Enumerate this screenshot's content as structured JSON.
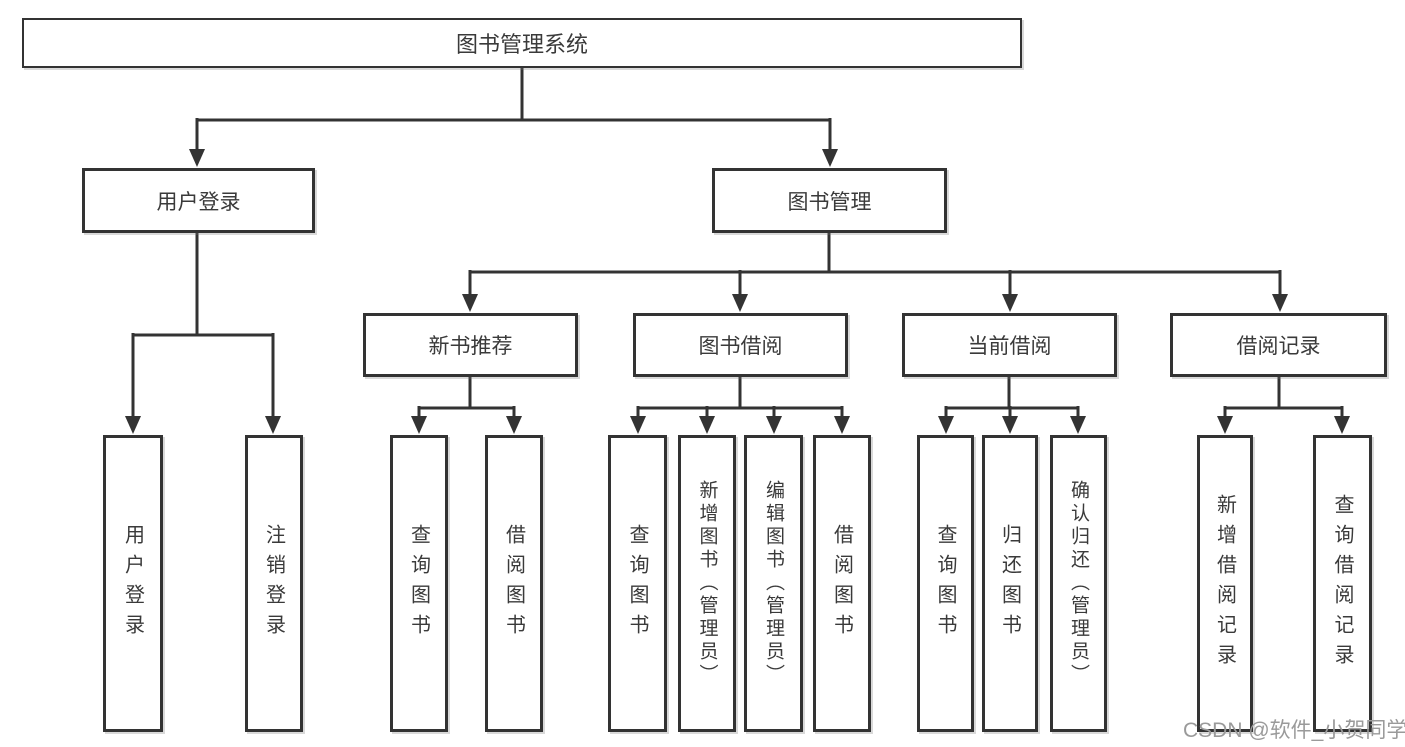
{
  "diagram": {
    "title": "图书管理系统",
    "colors": {
      "line": "#333333",
      "box_border": "#333333",
      "text": "#3a3a3a",
      "watermark": "#9a9a9a",
      "background": "#ffffff"
    },
    "nodes": {
      "root": "图书管理系统",
      "user_login": "用户登录",
      "book_mgmt": "图书管理",
      "user_leaves": [
        "用户登录",
        "注销登录"
      ],
      "groups": [
        {
          "label": "新书推荐",
          "leaves": [
            "查询图书",
            "借阅图书"
          ]
        },
        {
          "label": "图书借阅",
          "leaves": [
            "查询图书",
            "新增图书（管理员）",
            "编辑图书（管理员）",
            "借阅图书"
          ]
        },
        {
          "label": "当前借阅",
          "leaves": [
            "查询图书",
            "归还图书",
            "确认归还（管理员）"
          ]
        },
        {
          "label": "借阅记录",
          "leaves": [
            "新增借阅记录",
            "查询借阅记录"
          ]
        }
      ]
    },
    "watermark": "CSDN @软件_小贺同学"
  }
}
